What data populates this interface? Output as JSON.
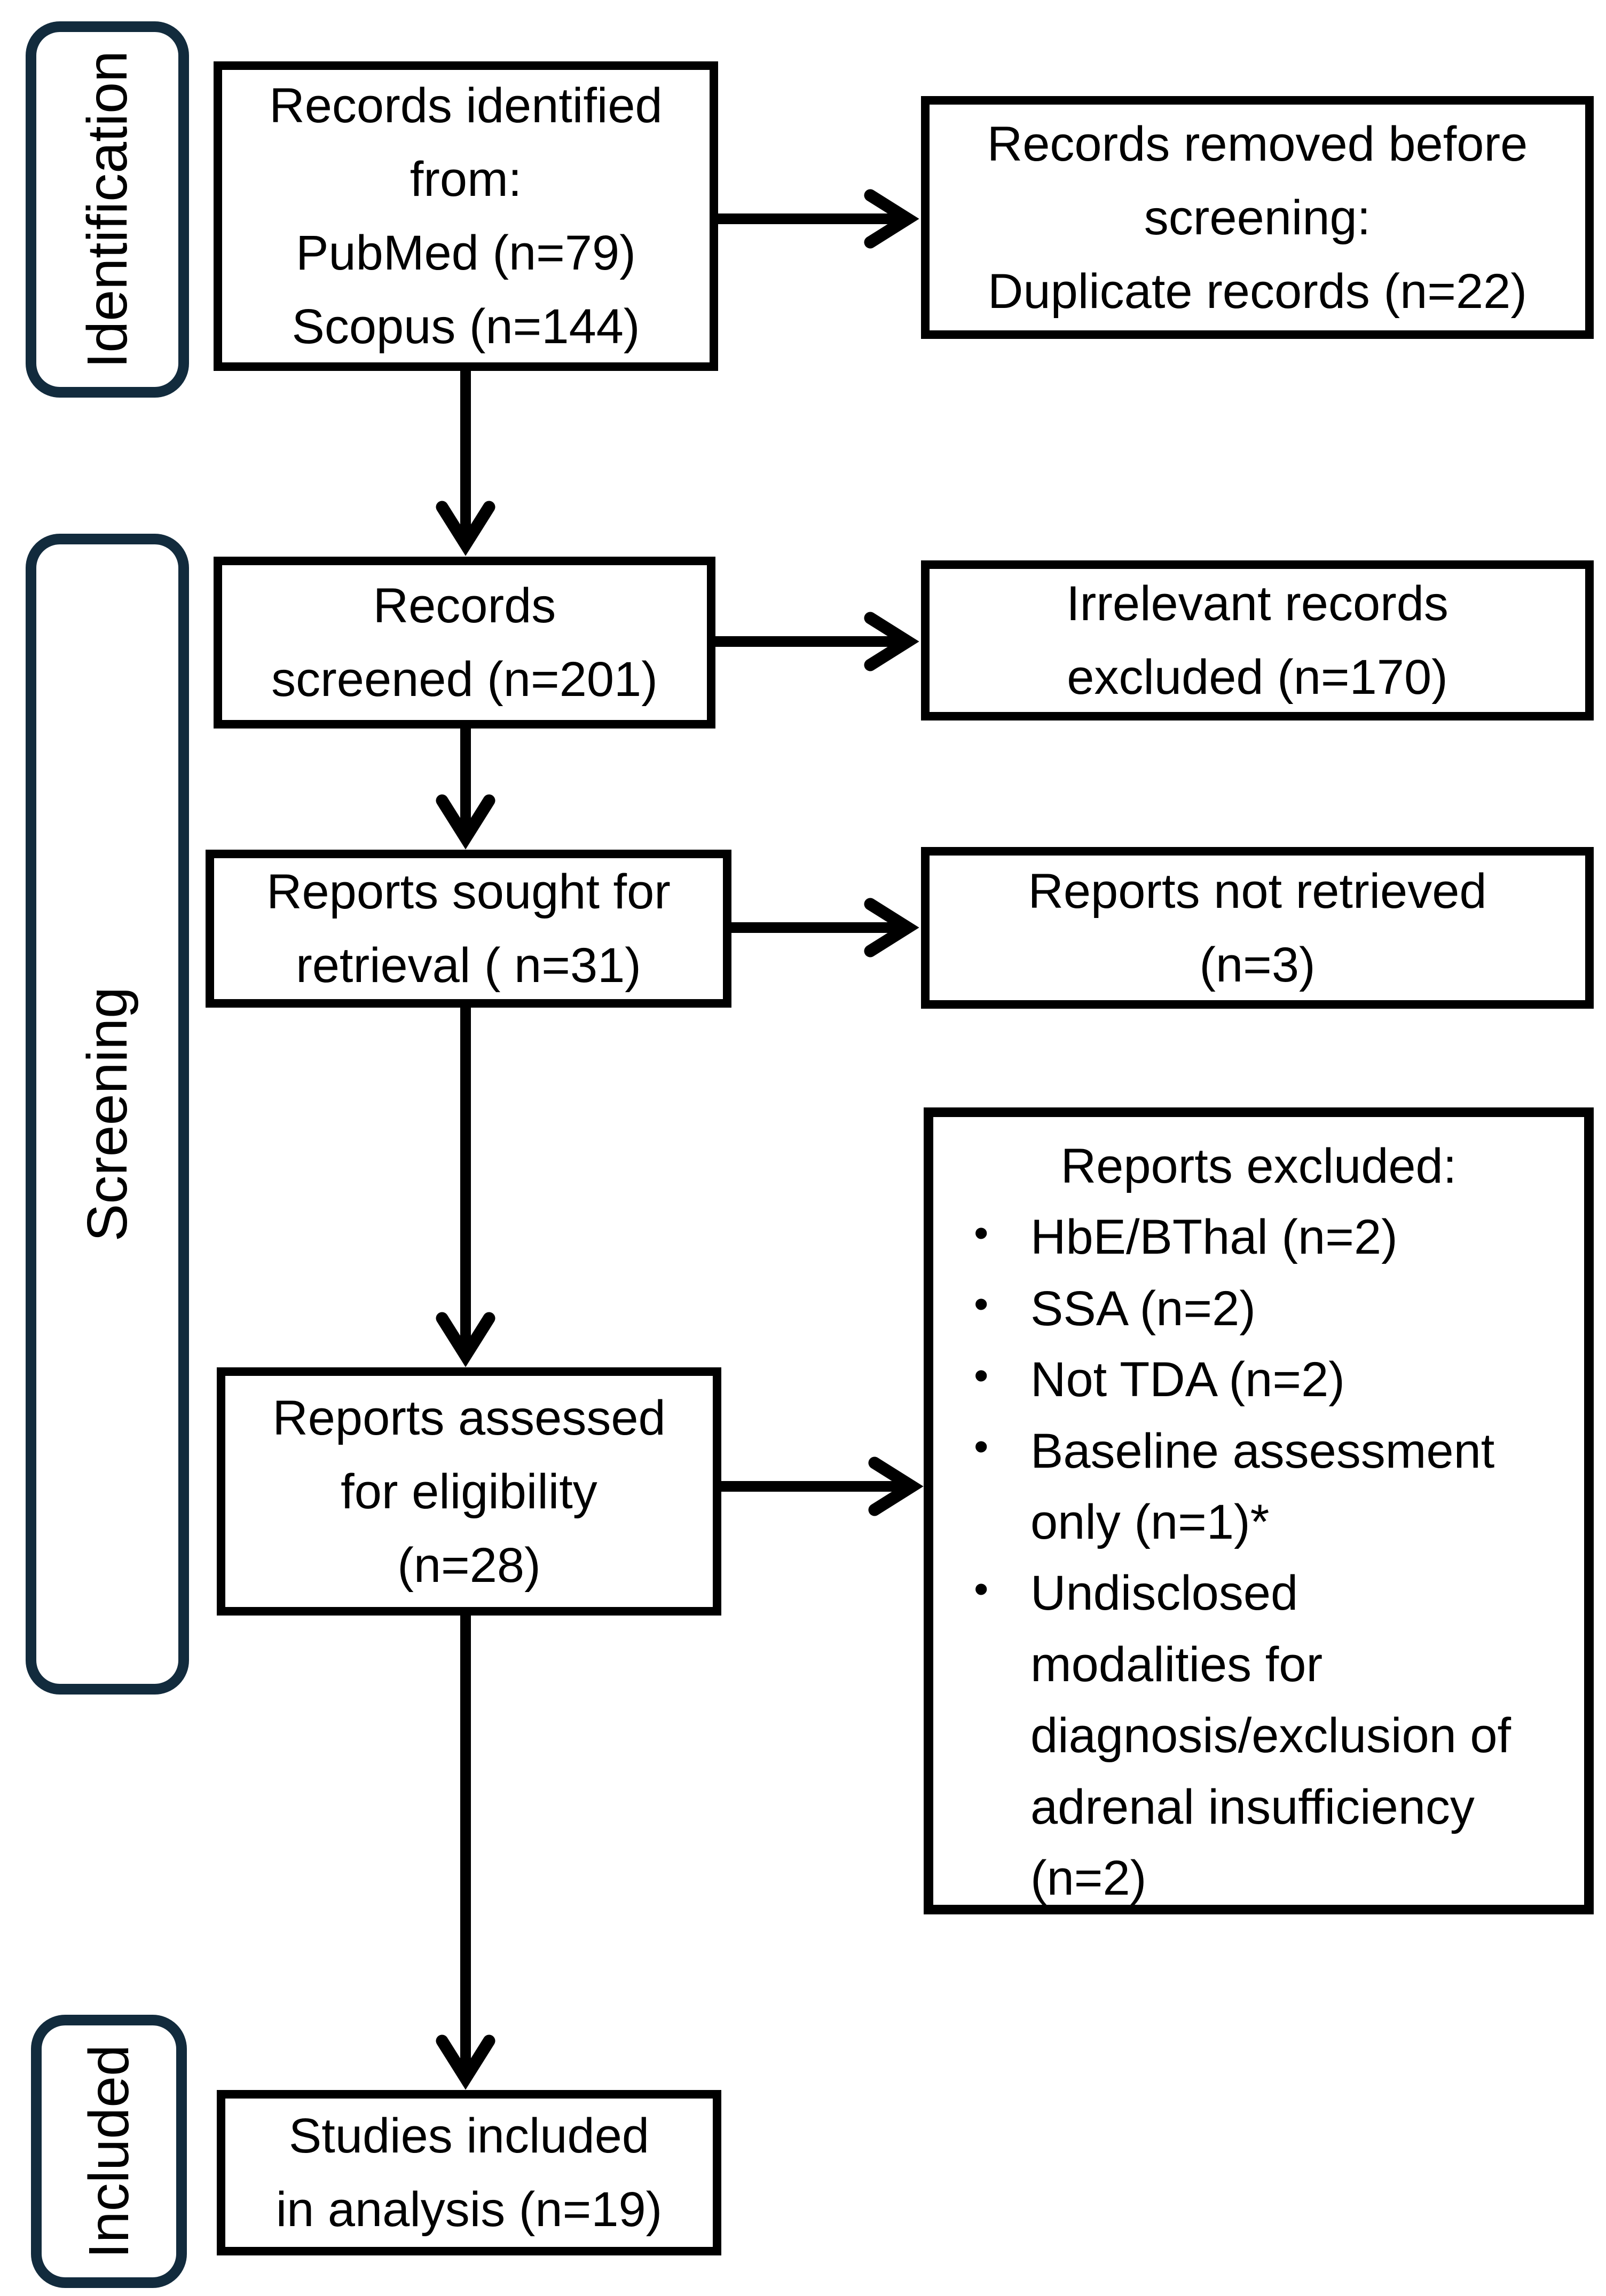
{
  "figure": {
    "type": "prisma-flow-diagram",
    "colors": {
      "sidebar_border": "#122b3d",
      "box_border": "#000000",
      "arrow": "#000000",
      "text": "#000000",
      "background": "#ffffff"
    },
    "sidebars": {
      "identification": "Identification",
      "screening": "Screening",
      "included": "Included"
    },
    "boxes": {
      "records_identified": {
        "lines": [
          "Records identified",
          "from:",
          "PubMed (n=79)",
          "Scopus (n=144)"
        ]
      },
      "records_removed": {
        "lines": [
          "Records removed before",
          "screening:",
          "Duplicate records (n=22)"
        ]
      },
      "records_screened": {
        "lines": [
          "Records",
          "screened (n=201)"
        ]
      },
      "irrelevant_excluded": {
        "lines": [
          "Irrelevant records",
          "excluded (n=170)"
        ]
      },
      "reports_sought": {
        "lines": [
          "Reports sought for",
          "retrieval ( n=31)"
        ]
      },
      "reports_not_retrieved": {
        "lines": [
          "Reports not retrieved",
          "(n=3)"
        ]
      },
      "reports_assessed": {
        "lines": [
          "Reports assessed",
          "for eligibility",
          "(n=28)"
        ]
      },
      "reports_excluded": {
        "title": "Reports excluded:",
        "bullets": [
          "HbE/BThal (n=2)",
          "SSA (n=2)",
          "Not TDA (n=2)",
          "Baseline assessment only (n=1)*",
          "Undisclosed modalities for diagnosis/exclusion of adrenal insufficiency (n=2)"
        ]
      },
      "studies_included": {
        "lines": [
          "Studies included",
          "in analysis (n=19)"
        ]
      }
    }
  }
}
